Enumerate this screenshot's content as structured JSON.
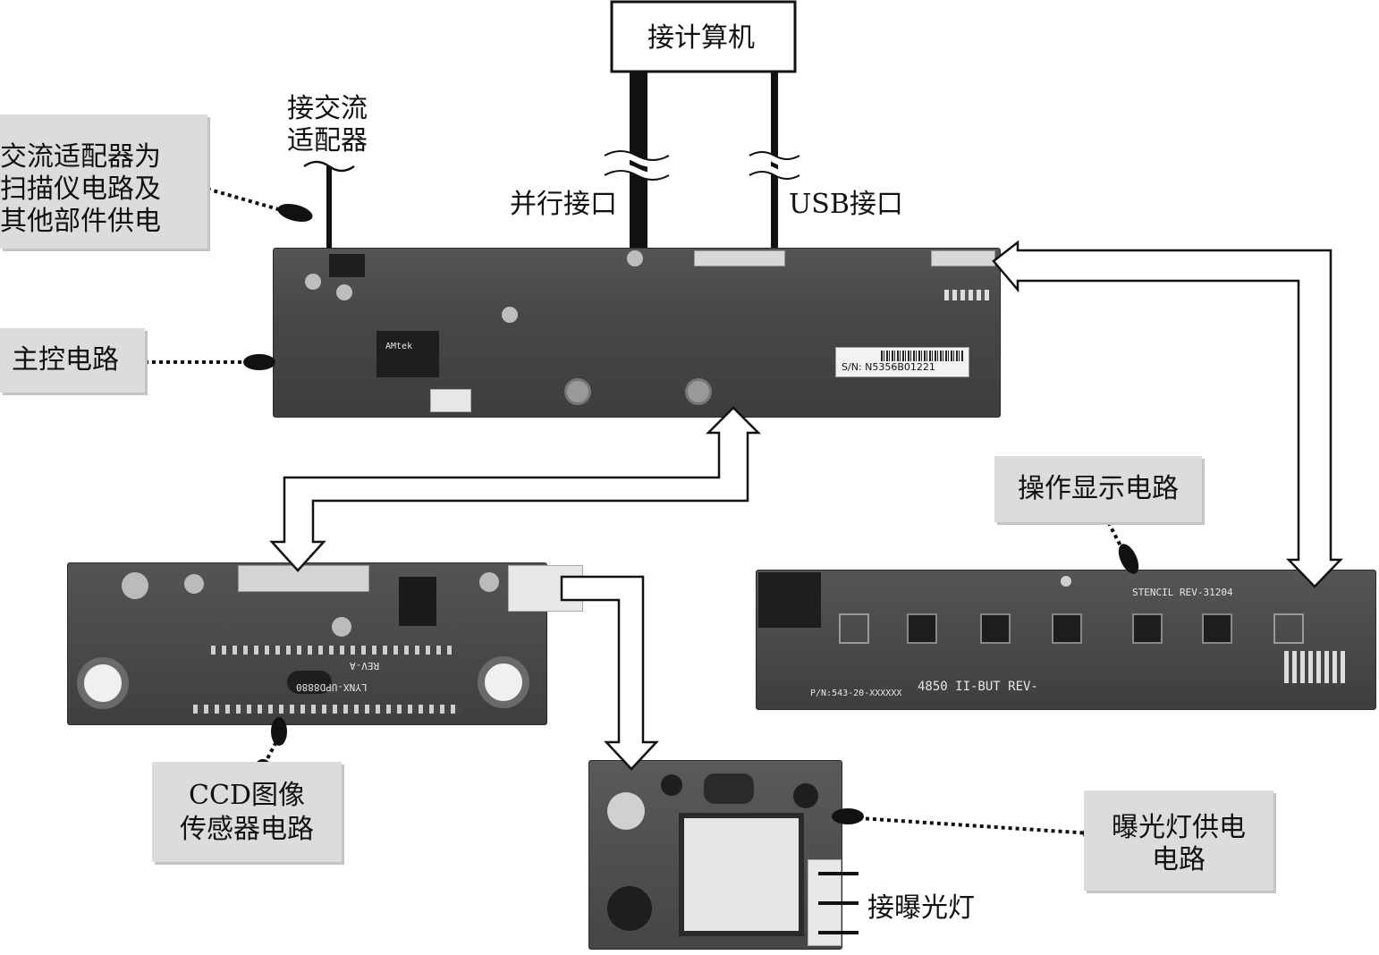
{
  "labels": {
    "computer": "接计算机",
    "ac_adapter_top": "接交流",
    "ac_adapter_bottom": "适配器",
    "parallel_port": "并行接口",
    "usb_port": "USB接口",
    "lamp_connect": "接曝光灯"
  },
  "callouts": {
    "power_note": [
      "交流适配器为",
      "扫描仪电路及",
      "其他部件供电"
    ],
    "main_control": "主控电路",
    "operation_display": "操作显示电路",
    "ccd_sensor": [
      "CCD图像",
      "传感器电路"
    ],
    "lamp_power": [
      "曝光灯供电",
      "电路"
    ]
  },
  "pcb_text": {
    "serial_number": "S/N: N5356B01221",
    "button_board_model": "4850 II-BUT  REV-",
    "button_board_stencil": "STENCIL REV-31204",
    "button_board_pn": "P/N:543-20-XXXXXX",
    "ccd_board_model": "LYNX-UPD8880",
    "ccd_board_rev": "REV-A",
    "chip_label": "AMtek"
  },
  "colors": {
    "pcb_main": "#4a4a4a",
    "pcb_dark": "#3a3a3a",
    "callout_bg": "#dcdcdc",
    "line": "#111111"
  }
}
